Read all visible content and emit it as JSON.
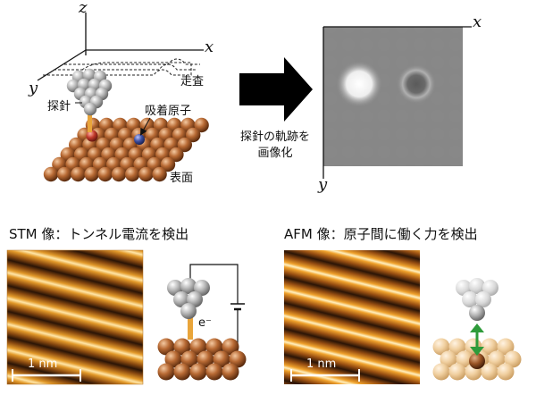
{
  "schematic": {
    "axis_x": "x",
    "axis_y": "y",
    "axis_z": "z",
    "scan_label": "走査",
    "probe_label": "探針",
    "adatom_label": "吸着原子",
    "surface_label": "表面"
  },
  "arrow_caption": {
    "line1": "探針の軌跡を",
    "line2": "画像化"
  },
  "image_panel": {
    "axis_x": "x",
    "axis_y": "y"
  },
  "stm": {
    "heading": "STM 像：トンネル電流を検出",
    "scale_bar": "1 nm",
    "electron_label": "e⁻"
  },
  "afm": {
    "heading": "AFM 像：原子間に働く力を検出",
    "scale_bar": "1 nm"
  },
  "colors": {
    "copper": "#a8592a",
    "probe_gray": "#9a9a9a",
    "stm_dark": "#2a1406",
    "stm_bright": "#f3b13a",
    "force_arrow": "#2e9b3a",
    "adatom_red": "#c0392b",
    "adatom_blue": "#3e4fa0"
  }
}
